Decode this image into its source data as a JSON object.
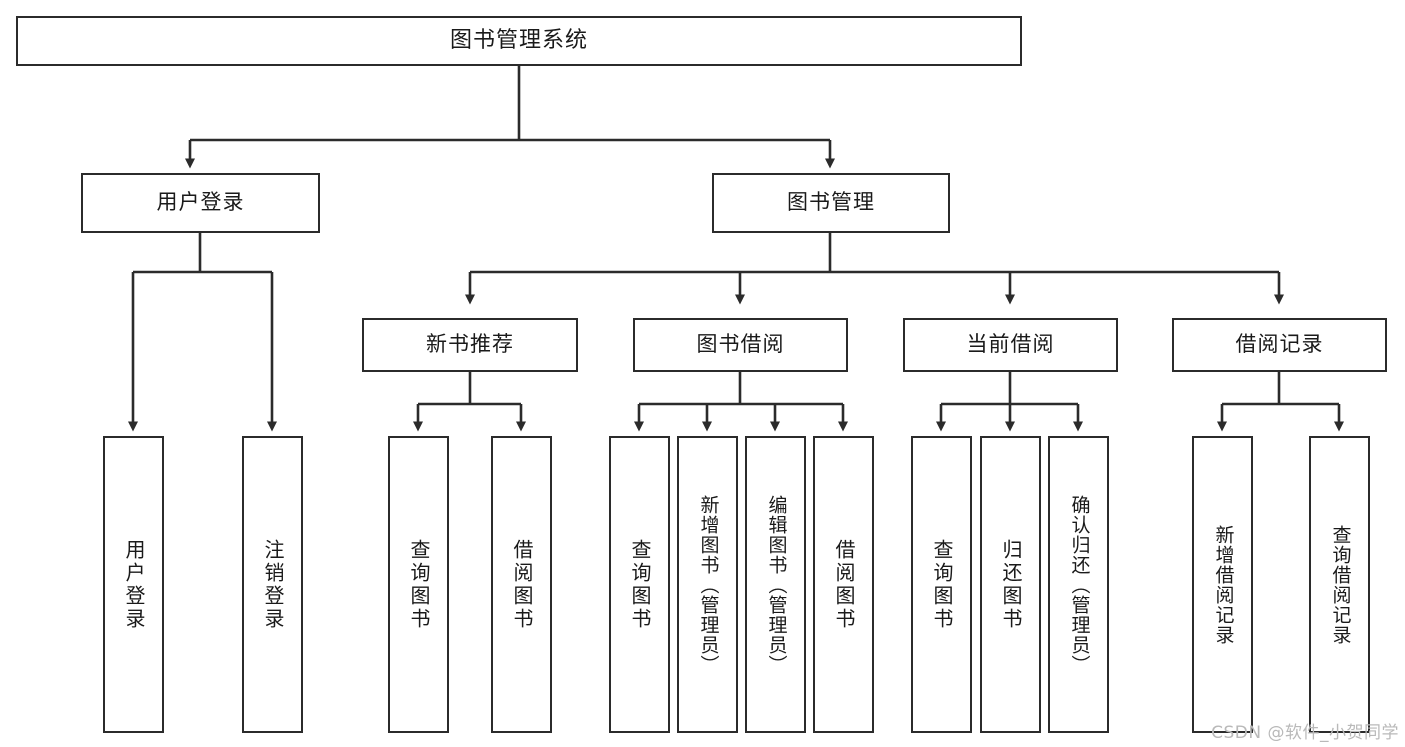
{
  "diagram": {
    "title": "图书管理系统",
    "type": "tree",
    "watermark": "CSDN @软件_小贺同学",
    "colors": {
      "node_border": "#2b2b2b",
      "node_fill": "#ffffff",
      "edge": "#2b2b2b",
      "text": "#1a1a1a",
      "watermark": "#b9b9b9",
      "background": "#ffffff"
    },
    "root": {
      "label": "图书管理系统"
    },
    "level2": [
      {
        "id": "user-login",
        "label": "用户登录"
      },
      {
        "id": "book-manage",
        "label": "图书管理"
      }
    ],
    "level3": [
      {
        "id": "new-book-rec",
        "label": "新书推荐",
        "parent": "book-manage"
      },
      {
        "id": "book-borrow",
        "label": "图书借阅",
        "parent": "book-manage"
      },
      {
        "id": "current-borrow",
        "label": "当前借阅",
        "parent": "book-manage"
      },
      {
        "id": "borrow-record",
        "label": "借阅记录",
        "parent": "book-manage"
      }
    ],
    "leaves": {
      "user-login": [
        {
          "id": "leaf-user-login",
          "label": "用户登录"
        },
        {
          "id": "leaf-logout",
          "label": "注销登录"
        }
      ],
      "new-book-rec": [
        {
          "id": "leaf-query-book-1",
          "label": "查询图书"
        },
        {
          "id": "leaf-borrow-book-1",
          "label": "借阅图书"
        }
      ],
      "book-borrow": [
        {
          "id": "leaf-query-book-2",
          "label": "查询图书"
        },
        {
          "id": "leaf-add-book",
          "label": "新增图书（管理员）"
        },
        {
          "id": "leaf-edit-book",
          "label": "编辑图书（管理员）"
        },
        {
          "id": "leaf-borrow-book-2",
          "label": "借阅图书"
        }
      ],
      "current-borrow": [
        {
          "id": "leaf-query-book-3",
          "label": "查询图书"
        },
        {
          "id": "leaf-return-book",
          "label": "归还图书"
        },
        {
          "id": "leaf-confirm-return",
          "label": "确认归还（管理员）"
        }
      ],
      "borrow-record": [
        {
          "id": "leaf-add-record",
          "label": "新增借阅记录"
        },
        {
          "id": "leaf-query-record",
          "label": "查询借阅记录"
        }
      ]
    }
  }
}
